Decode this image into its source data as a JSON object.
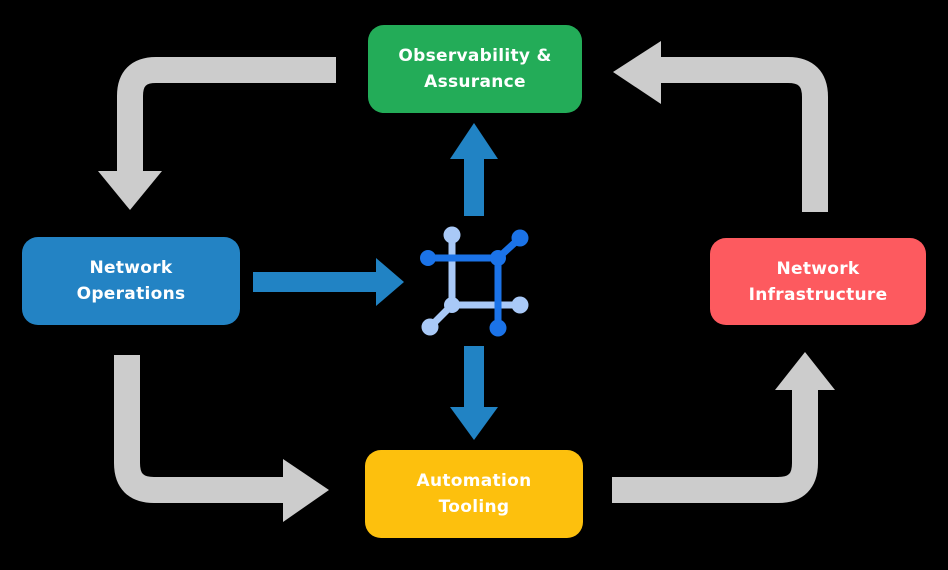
{
  "diagram": {
    "nodes": {
      "observability": {
        "line1": "Observability &",
        "line2": "Assurance",
        "color": "#23ac58"
      },
      "operations": {
        "line1": "Network",
        "line2": "Operations",
        "color": "#2383c4"
      },
      "infrastructure": {
        "line1": "Network",
        "line2": "Infrastructure",
        "color": "#fd5a5f"
      },
      "automation": {
        "line1": "Automation",
        "line2": "Tooling",
        "color": "#fdc00d"
      }
    },
    "center_icon": "network-mesh-icon",
    "arrows": [
      {
        "name": "arrow-observability-to-operations",
        "from": "observability",
        "to": "operations",
        "style": "gray"
      },
      {
        "name": "arrow-operations-to-automation",
        "from": "operations",
        "to": "automation",
        "style": "gray"
      },
      {
        "name": "arrow-automation-to-infrastructure",
        "from": "automation",
        "to": "infrastructure",
        "style": "gray"
      },
      {
        "name": "arrow-infrastructure-to-observability",
        "from": "infrastructure",
        "to": "observability",
        "style": "gray"
      },
      {
        "name": "arrow-operations-to-center",
        "from": "operations",
        "to": "center",
        "style": "blue"
      },
      {
        "name": "arrow-center-to-observability",
        "from": "center",
        "to": "observability",
        "style": "blue"
      },
      {
        "name": "arrow-center-to-automation",
        "from": "center",
        "to": "automation",
        "style": "blue"
      }
    ],
    "colors": {
      "background": "#000000",
      "text": "#ffffff",
      "arrow_gray": "#cccccc",
      "arrow_blue": "#2183c4",
      "icon_dark_blue": "#1b73e8",
      "icon_light_blue": "#a9c9f7"
    }
  }
}
